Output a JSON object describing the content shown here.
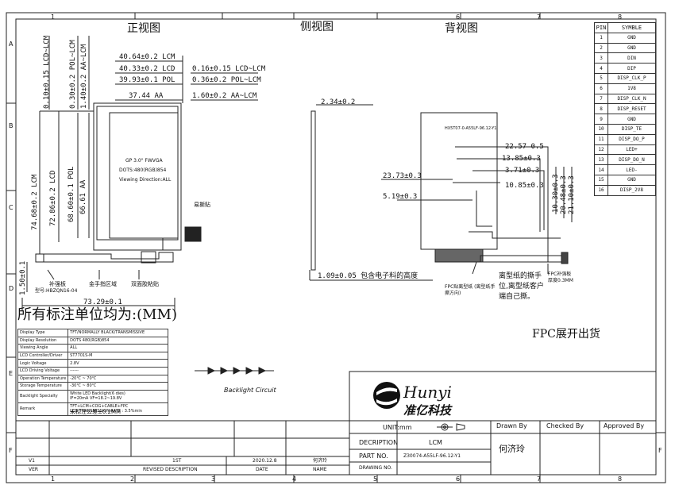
{
  "frame": {
    "top_numbers": [
      "1",
      "6",
      "7",
      "8"
    ],
    "bottom_numbers": [
      "1",
      "2",
      "3",
      "4",
      "5",
      "6",
      "7",
      "8"
    ],
    "left_letters": [
      "A",
      "B",
      "C",
      "D",
      "E",
      "F"
    ],
    "right_letters": [
      "F"
    ]
  },
  "views": {
    "front": "正视图",
    "side": "侧视图",
    "back": "背视图"
  },
  "front_dims": {
    "top": [
      "40.64±0.2 LCM",
      "40.33±0.2 LCD",
      "39.93±0.1 POL",
      "37.44 AA"
    ],
    "right": [
      "0.16±0.15 LCD~LCM",
      "0.36±0.2 POL~LCM",
      "1.60±0.2 AA~LCM"
    ],
    "vertical_top": [
      "0.10±0.15 LCD~LCM",
      "0.30±0.2 POL~LCM",
      "1.40±0.2 AA~LCM"
    ],
    "vertical_left": [
      "74.68±0.2 LCM",
      "72.86±0.2 LCD",
      "68.60±0.1 POL",
      "66.61 AA"
    ],
    "bottom_width": "73.29±0.1",
    "left_small": "1.50±0.1",
    "panel_text": [
      "GP 3.0\" FWVGA",
      "DOTS:480(RGB)854",
      "Viewing Direction:ALL"
    ],
    "tape_label": "易撕贴",
    "callouts": [
      "补强板",
      "金手指区域",
      "双面胶粘贴"
    ],
    "callout_sub": "型号:HBZQN16-04"
  },
  "side_dims": {
    "thickness": "2.34±0.2",
    "component_height": "1.09±0.05 包含电子料的高度"
  },
  "back_dims": {
    "h1": "22.57 0.5",
    "h2": "13.85±0.3",
    "h3": "3.71±0.3",
    "h4": "10.85±0.3",
    "h5": "23.73±0.3",
    "h6": "5.19±0.3",
    "v": [
      "10.30±0.3",
      "20.48±0.3",
      "21.10±0.3"
    ],
    "panel_text": "HX5T07-0-A55LF-96.12-Y1",
    "notes": [
      "离型纸的撕手位,离型纸客户端自己撕。",
      "FPC贴离型纸 (离型纸手撕方向)",
      "FPC补强板 厚度0.3MM"
    ]
  },
  "pins": {
    "header": [
      "PIN",
      "SYMBLE"
    ],
    "rows": [
      [
        "1",
        "GND"
      ],
      [
        "2",
        "GND"
      ],
      [
        "3",
        "DIN"
      ],
      [
        "4",
        "DIP"
      ],
      [
        "5",
        "DISP_CLK_P"
      ],
      [
        "6",
        "1V8"
      ],
      [
        "7",
        "DISP_CLK_N"
      ],
      [
        "8",
        "DISP_RESET"
      ],
      [
        "9",
        "GND"
      ],
      [
        "10",
        "DISP_TE"
      ],
      [
        "11",
        "DISP_DO_P"
      ],
      [
        "12",
        "LED+"
      ],
      [
        "13",
        "DISP_DO_N"
      ],
      [
        "14",
        "LED-"
      ],
      [
        "15",
        "GND"
      ],
      [
        "16",
        "DISP_2V8"
      ]
    ]
  },
  "unit_note": "所有标注单位均为:(MM)",
  "fpc_note": "FPC展开出货",
  "specs": [
    [
      "Display Type",
      "TFT/NORMALLY BLACK/TRANSMISSIVE"
    ],
    [
      "Display Resolution",
      "DOTS 480(RGB)854"
    ],
    [
      "Viewing Angle",
      "ALL"
    ],
    [
      "LCD Controller/Driver",
      "ST7701S-M"
    ],
    [
      "Logic Voltage",
      "2.8V"
    ],
    [
      "LCD Driving Voltage",
      "------"
    ],
    [
      "Operation Temperature",
      "-20℃ ~ 70℃"
    ],
    [
      "Storage Temperature",
      "-30℃ ~ 80℃"
    ],
    [
      "Backlight Specialty",
      "White LED Backlight(6 dies)|IF=20mA VF=18.2~19.8V"
    ],
    [
      "Remark",
      "TFT+LCM+COG+CABLE+FPC|LCD TRANSMISSION RATE : 3.5%min"
    ]
  ],
  "tolerance_note": "未标注公差±0.2MM",
  "circuit_label": "Backlight Circuit",
  "titleblock": {
    "company_en": "Hunyi",
    "company_cn": "准亿科技",
    "unit_label": "UNIT:mm",
    "drawn_by_label": "Drawn By",
    "checked_by_label": "Checked By",
    "approved_by_label": "Approved By",
    "description_label": "DECRIPTION",
    "description_value": "LCM",
    "part_no_label": "PART NO.",
    "part_no_value": "Z30074-A55LF-96.12-Y1",
    "drawn_by_value": "何济玲",
    "drawing_no_label": "DRAWING NO."
  },
  "revision": {
    "ver_value": "V1",
    "ver_label": "VER",
    "desc_value": "1ST",
    "desc_label": "REVISED DESCRIPTION",
    "date_value": "2020.12.8",
    "date_label": "DATE",
    "name_value": "何济玲",
    "name_label": "NAME"
  }
}
